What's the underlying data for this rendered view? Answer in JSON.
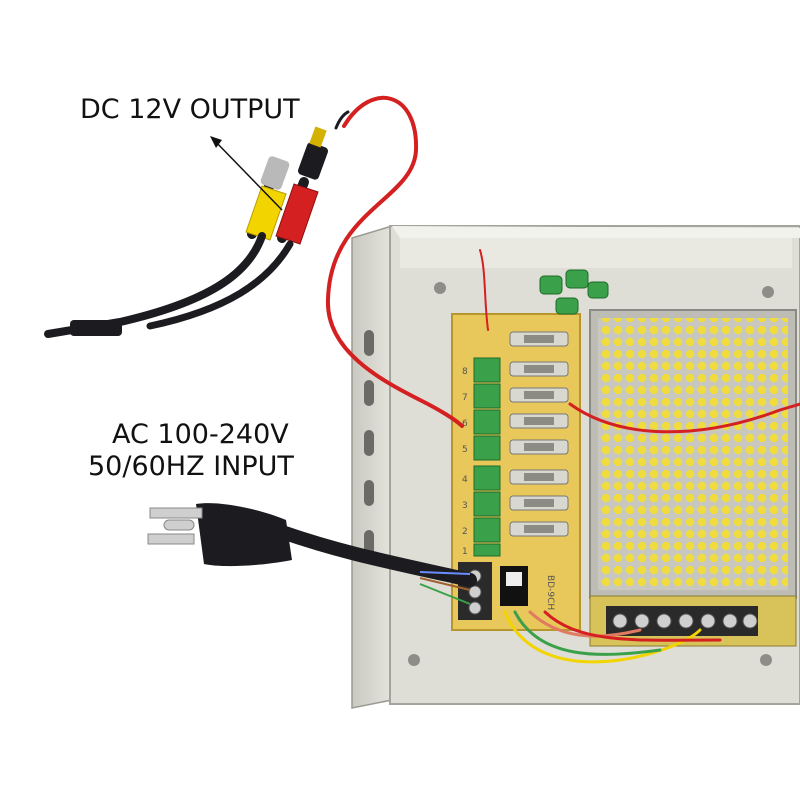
{
  "labels": {
    "dc_output": "DC 12V OUTPUT",
    "ac_input_line1": "AC 100-240V",
    "ac_input_line2": "50/60HZ INPUT"
  },
  "board": {
    "model_marking": "BD-9CH",
    "channel_numbers": [
      "8",
      "7",
      "6",
      "5",
      "4",
      "3",
      "2",
      "1"
    ]
  },
  "colors": {
    "enclosure": "#dcdcd4",
    "board": "#e8c85a",
    "terminal": "#3aa14a",
    "mesh": "#f0dc3c",
    "red_wire": "#d42020",
    "yellow_plug": "#f2d400",
    "cable": "#1c1c20"
  }
}
